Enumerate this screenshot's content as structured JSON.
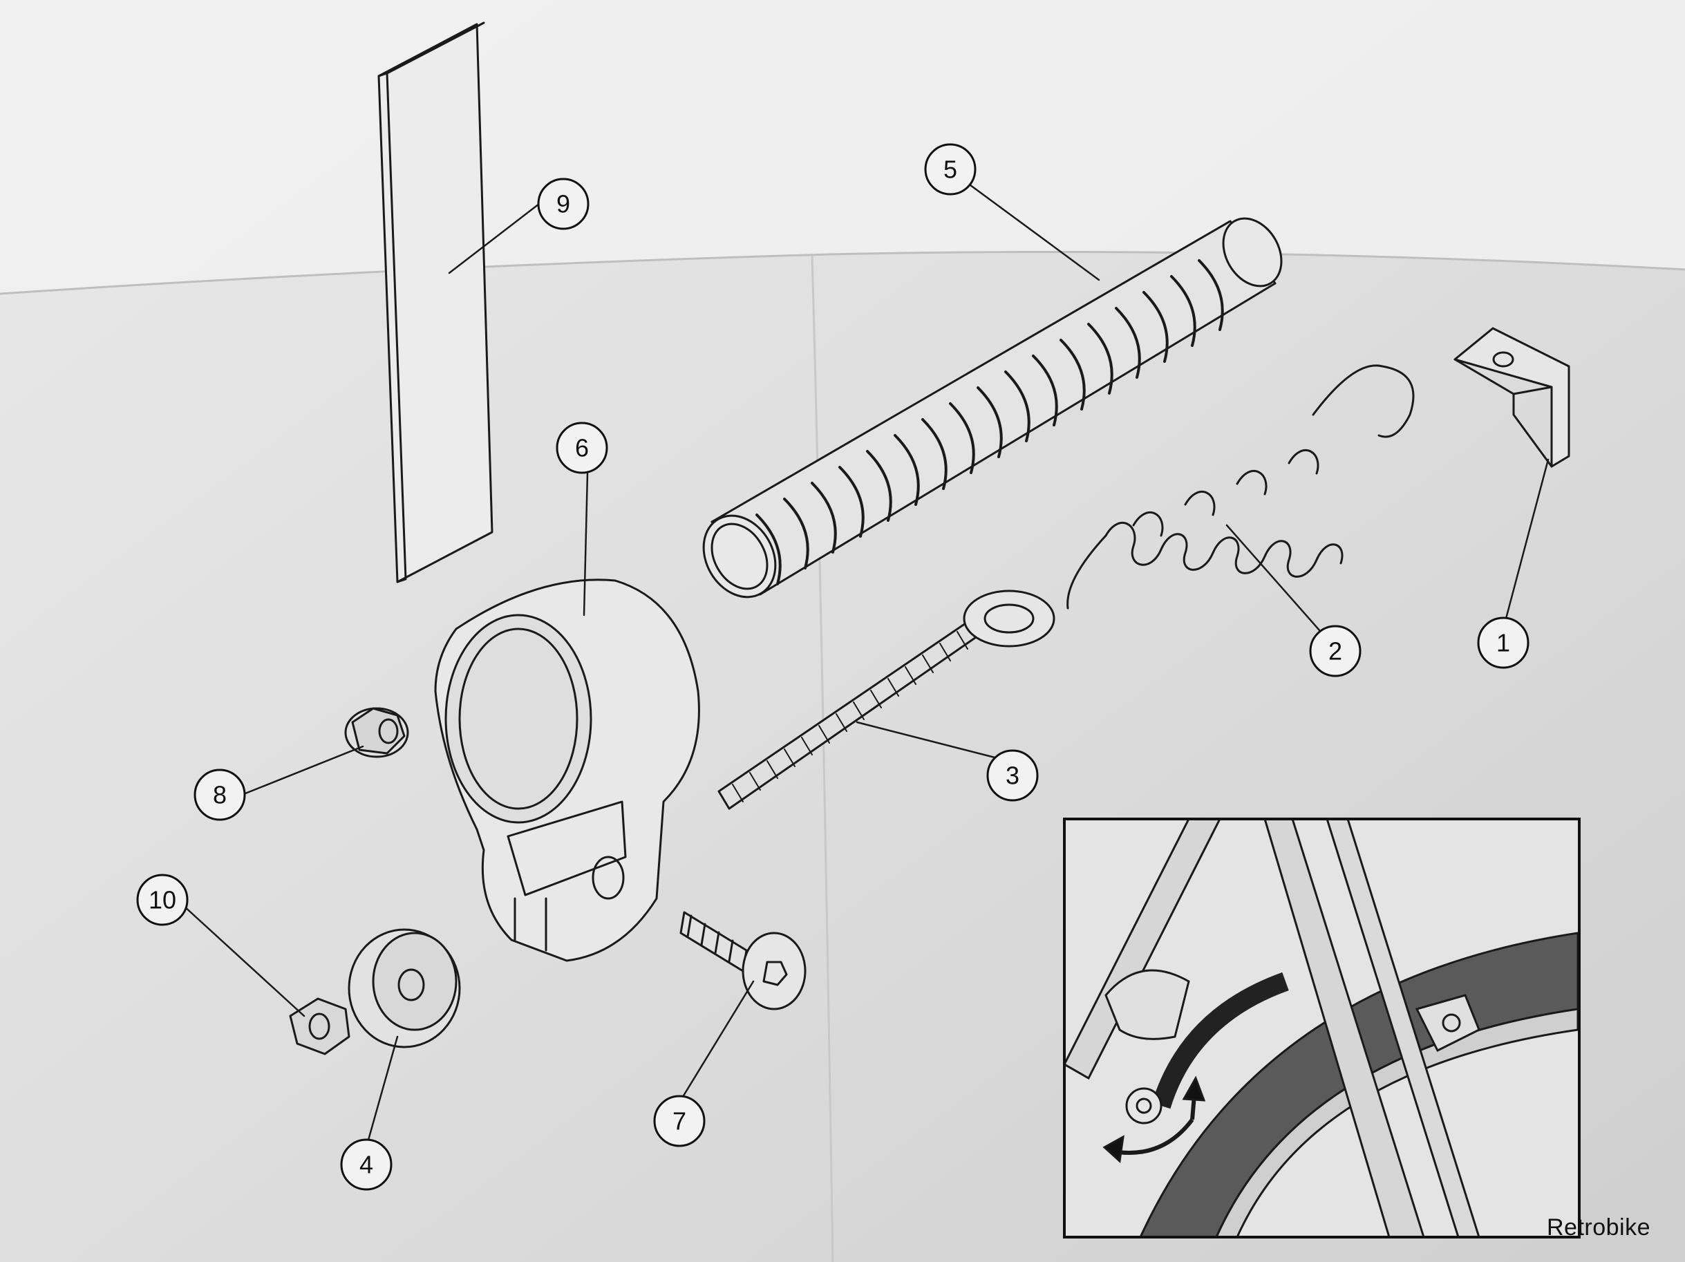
{
  "parts": [
    {
      "id": "part-1",
      "label": "1",
      "name": "cable-anchor-bracket"
    },
    {
      "id": "part-2",
      "label": "2",
      "name": "return-spring"
    },
    {
      "id": "part-3",
      "label": "3",
      "name": "eye-bolt"
    },
    {
      "id": "part-4",
      "label": "4",
      "name": "knurled-nut"
    },
    {
      "id": "part-5",
      "label": "5",
      "name": "spring-sleeve"
    },
    {
      "id": "part-6",
      "label": "6",
      "name": "clamp"
    },
    {
      "id": "part-7",
      "label": "7",
      "name": "cap-screw"
    },
    {
      "id": "part-8",
      "label": "8",
      "name": "flange-nut"
    },
    {
      "id": "part-9",
      "label": "9",
      "name": "rubber-strip"
    },
    {
      "id": "part-10",
      "label": "10",
      "name": "flange-nut-small"
    }
  ],
  "watermark": "Retrobike",
  "colors": {
    "paper": "#e6e6e6",
    "ink": "#1a1a1a",
    "shade": "#bdbdbd"
  }
}
